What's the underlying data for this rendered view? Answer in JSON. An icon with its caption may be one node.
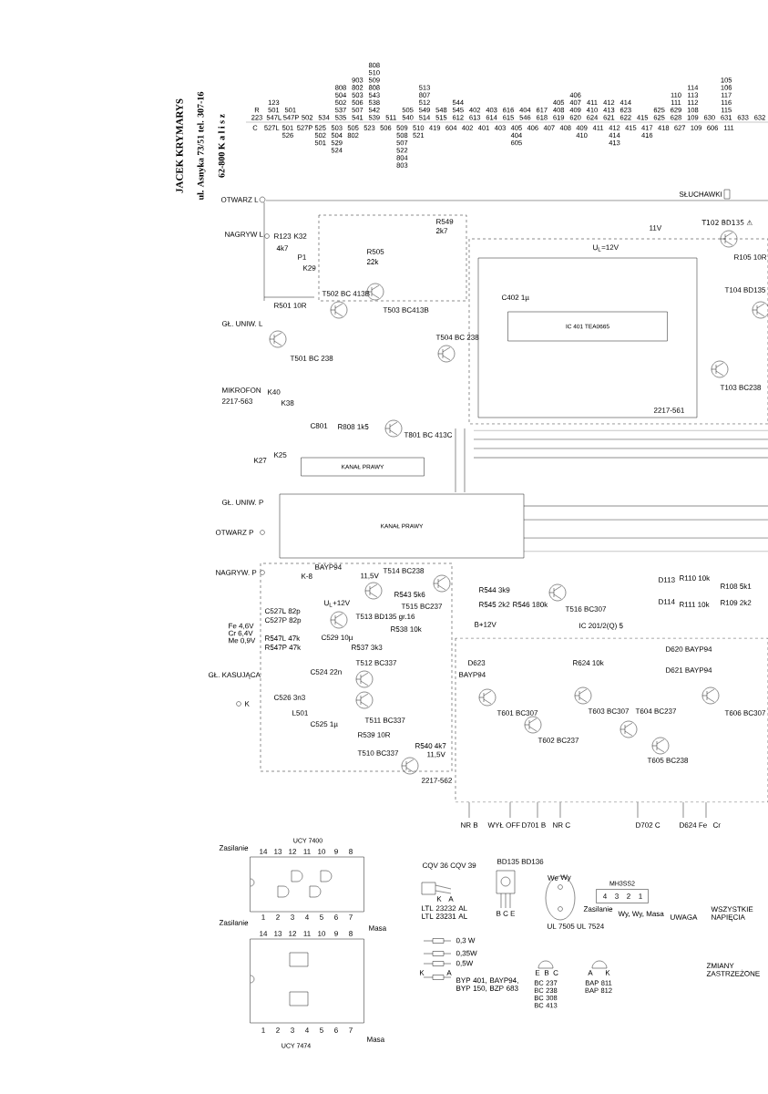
{
  "diagram": {
    "nodes": [
      {
        "text": [
          "KANAŁ PRAWY"
        ]
      },
      {
        "text": [
          "KANAŁ PRAWY"
        ]
      },
      {
        "text": [
          "IC 401 TEA0665"
        ]
      },
      {
        "text": [
          "UCY 7400"
        ]
      },
      {
        "text": [
          "UCY 7474"
        ]
      },
      {
        "text": [
          "MH3SS2"
        ]
      }
    ],
    "labels": [
      "JACEK KRYMARYS",
      "ul. Asnyka 73/51 tel. 307-16",
      "62-800 K a l i s z",
      "R 223",
      "C",
      "123 501 547L",
      "527L",
      "501 526",
      "501 547P",
      "527P",
      "502",
      "525 502 501",
      "534",
      "503 504 529 524",
      "808 504 502 537 535",
      "903 802 503 506 507 541",
      "505 802",
      "808 510 509 808 543 538 542 539",
      "523",
      "511",
      "506",
      "505 540",
      "509 508 507 522 804 803",
      "513 807 512 549 514",
      "510 521",
      "548 515",
      "544 545 612",
      "419",
      "402 613",
      "604",
      "403 614",
      "402",
      "616 615",
      "401",
      "404 546",
      "617 618",
      "403",
      "405 408 619",
      "406 407 409 620",
      "405 404 605",
      "411 410 624",
      "406",
      "407",
      "412 413 621",
      "408",
      "414 623 622",
      "409 410",
      "415",
      "411",
      "625 625",
      "412 414 413",
      "415",
      "417 416",
      "418",
      "627",
      "110 111 629 628",
      "109",
      "114 113 112 108 109",
      "606",
      "630",
      "111",
      "105 106 117 116 115 631",
      "633",
      "632",
      "OTWARZ L",
      "SŁUCHAWKI",
      "NAGRYW L",
      "R123",
      "K32",
      "4k7",
      "P1",
      "K29",
      "R549",
      "2k7",
      "R505",
      "22k",
      "T502 BC 413B",
      "T503 BC413B",
      "GŁ. UNIW. L",
      "R501 10R",
      "T501 BC 238",
      "T504 BC 238",
      "MIKROFON",
      "2217-563",
      "K40",
      "K38",
      "C801",
      "R808 1k5",
      "T801 BC 413C",
      "K27",
      "K25",
      "U$_{L}$=12V",
      "11V",
      "T102 BD135 ⚠",
      "C402 1µ",
      "2217-561",
      "T104 BD135",
      "T103 BC238",
      "R105 10R",
      "GŁ. UNIW. P",
      "OTWARZ P",
      "NAGRYW. P",
      "K-8",
      "BAYP94",
      "11,5V",
      "T514 BC238",
      "R543 5k6",
      "T515 BC237",
      "R544 3k9",
      "R545 2k2",
      "R546 180k",
      "T516 BC307",
      "U$_{L}$+12V",
      "T513 BD135 gr.16",
      "Fe 4,6V",
      "R538 10k",
      "B+12V",
      "IC 201/2(Q) 5",
      "Cr 6,4V",
      "Me 0,9V",
      "C527L 82p",
      "C527P 82p",
      "R547L 47k",
      "R547P 47k",
      "C529 10µ",
      "R537 3k3",
      "T512 BC337",
      "C524 22n",
      "GŁ. KASUJĄCA",
      "K",
      "C526 3n3",
      "L501",
      "C525 1µ",
      "T511 BC337",
      "R539 10R",
      "T510 BC337",
      "R540 4k7",
      "11,5V",
      "2217-562",
      "D623",
      "BAYP94",
      "R624 10k",
      "D620 BAYP94",
      "D621 BAYP94",
      "D113",
      "R110 10k",
      "R108 5k1",
      "D114",
      "R111 10k",
      "R109 2k2",
      "T601 BC307",
      "T602 BC237",
      "T603 BC307",
      "T604 BC237",
      "T605 BC238",
      "T606 BC307",
      "NR B",
      "WYŁ OFF",
      "D701 B",
      "NR C",
      "D702 C",
      "D624 Fe",
      "Cr",
      "Zasilanie",
      "14",
      "13",
      "12",
      "11",
      "10",
      "9",
      "8",
      "Zasilanie",
      "1",
      "2",
      "3",
      "4",
      "5",
      "6",
      "7",
      "Masa",
      "14",
      "13",
      "12",
      "11",
      "10",
      "9",
      "8",
      "1",
      "2",
      "3",
      "4",
      "5",
      "6",
      "7",
      "Masa",
      "CQV 36 CQV 39",
      "K",
      "A",
      "LTL 23232 AL LTL 23231 AL",
      "BD135 BD136",
      "B C E",
      "We",
      "Wy",
      "UL 7505 UL 7524",
      "4",
      "3",
      "2",
      "1",
      "Zasilanie",
      "Wy, Wy, Masa",
      "UWAGA",
      "WSZYSTKIE NAPIĘCIA",
      "0,3 W",
      "0,35W",
      "0,5W",
      "K",
      "A",
      "BYP 401, BAYP94, BYP 150, BZP 683",
      "E",
      "B",
      "C",
      "BC 237 BC 238 BC 308 BC 413",
      "A",
      "K",
      "BAP 811 BAP 812",
      "ZMIANY ZASTRZEŻONE"
    ]
  }
}
